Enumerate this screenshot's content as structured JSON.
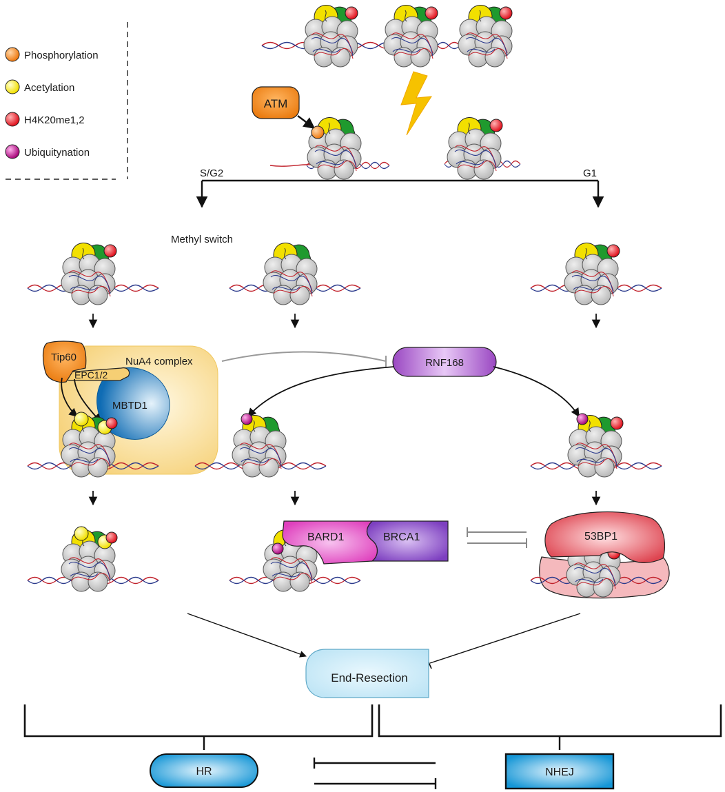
{
  "legend": {
    "items": [
      {
        "label": "Phosphorylation",
        "color": "#f0841e",
        "icon": "orange-dot-icon"
      },
      {
        "label": "Acetylation",
        "color": "#f3e61a",
        "icon": "yellow-dot-icon"
      },
      {
        "label": "H4K20me1,2",
        "color": "#e3242b",
        "icon": "red-dot-icon"
      },
      {
        "label": "Ubiquitynation",
        "color": "#b3127e",
        "icon": "magenta-dot-icon"
      }
    ]
  },
  "labels": {
    "atm": "ATM",
    "sg2": "S/G2",
    "g1": "G1",
    "methyl_switch": "Methyl switch",
    "tip60": "Tip60",
    "nua4": "NuA4 complex",
    "epc": "EPC1/2",
    "mbtd1": "MBTD1",
    "rnf168": "RNF168",
    "bard1": "BARD1",
    "brca1": "BRCA1",
    "p53bp1": "53BP1",
    "end_resection": "End-Resection",
    "hr": "HR",
    "nhej": "NHEJ"
  },
  "colors": {
    "histone_fill": "#c9c9c9",
    "dna_strand_a": "#c0202a",
    "dna_strand_b": "#2b3a8c",
    "green_tail": "#1f9a2e",
    "rnf168": "#a552c8",
    "bard1": "#e64fc2",
    "brca1": "#8a4dc8",
    "53bp1": "#e2555f",
    "nua4": "#f8d98a",
    "mbtd1": "#1579c2",
    "tip60": "#f08a1c",
    "hr_nhej": "#1d9ad6",
    "end_resection": "#bfe4f5"
  }
}
